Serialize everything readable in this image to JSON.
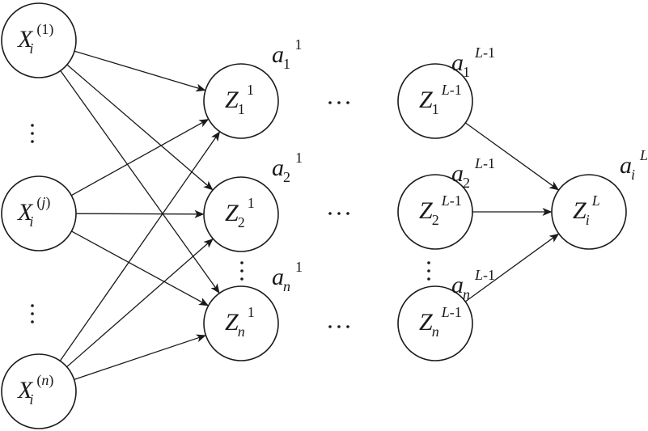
{
  "diagram": {
    "title": "",
    "input_layer": {
      "nodes": [
        {
          "id": "x1",
          "symbol": "X",
          "subscript": "i",
          "superscript": "(1)"
        },
        {
          "id": "xj",
          "symbol": "X",
          "subscript": "i",
          "superscript": "(j)"
        },
        {
          "id": "xn",
          "symbol": "X",
          "subscript": "i",
          "superscript": "(n)"
        }
      ],
      "ellipsis": "⋮"
    },
    "hidden_layer_1": {
      "nodes": [
        {
          "id": "z1_1",
          "symbol": "Z",
          "subscript": "1",
          "superscript": "1",
          "activation": {
            "symbol": "a",
            "subscript": "1",
            "superscript": "1"
          }
        },
        {
          "id": "z2_1",
          "symbol": "Z",
          "subscript": "2",
          "superscript": "1",
          "activation": {
            "symbol": "a",
            "subscript": "2",
            "superscript": "1"
          }
        },
        {
          "id": "zn_1",
          "symbol": "Z",
          "subscript": "n",
          "superscript": "1",
          "activation": {
            "symbol": "a",
            "subscript": "n",
            "superscript": "1"
          }
        }
      ],
      "ellipsis": "⋮"
    },
    "layer_gap_ellipsis": "···",
    "hidden_layer_L_minus_1": {
      "nodes": [
        {
          "id": "z1_L1",
          "symbol": "Z",
          "subscript": "1",
          "superscript": "L-1",
          "activation": {
            "symbol": "a",
            "subscript": "1",
            "superscript": "L-1"
          }
        },
        {
          "id": "z2_L1",
          "symbol": "Z",
          "subscript": "2",
          "superscript": "L-1",
          "activation": {
            "symbol": "a",
            "subscript": "2",
            "superscript": "L-1"
          }
        },
        {
          "id": "zn_L1",
          "symbol": "Z",
          "subscript": "n",
          "superscript": "L-1",
          "activation": {
            "symbol": "a",
            "subscript": "n",
            "superscript": "L-1"
          }
        }
      ],
      "ellipsis": "⋮"
    },
    "output_layer": {
      "nodes": [
        {
          "id": "zL",
          "symbol": "Z",
          "subscript": "i",
          "superscript": "L",
          "activation": {
            "symbol": "a",
            "subscript": "i",
            "superscript": "L"
          }
        }
      ]
    },
    "edges": [
      {
        "from": "x1",
        "to": "z1_1"
      },
      {
        "from": "x1",
        "to": "z2_1"
      },
      {
        "from": "x1",
        "to": "zn_1"
      },
      {
        "from": "xj",
        "to": "z1_1"
      },
      {
        "from": "xj",
        "to": "z2_1"
      },
      {
        "from": "xj",
        "to": "zn_1"
      },
      {
        "from": "xn",
        "to": "z1_1"
      },
      {
        "from": "xn",
        "to": "z2_1"
      },
      {
        "from": "xn",
        "to": "zn_1"
      },
      {
        "from": "z1_L1",
        "to": "zL"
      },
      {
        "from": "z2_L1",
        "to": "zL"
      },
      {
        "from": "zn_L1",
        "to": "zL"
      }
    ]
  }
}
